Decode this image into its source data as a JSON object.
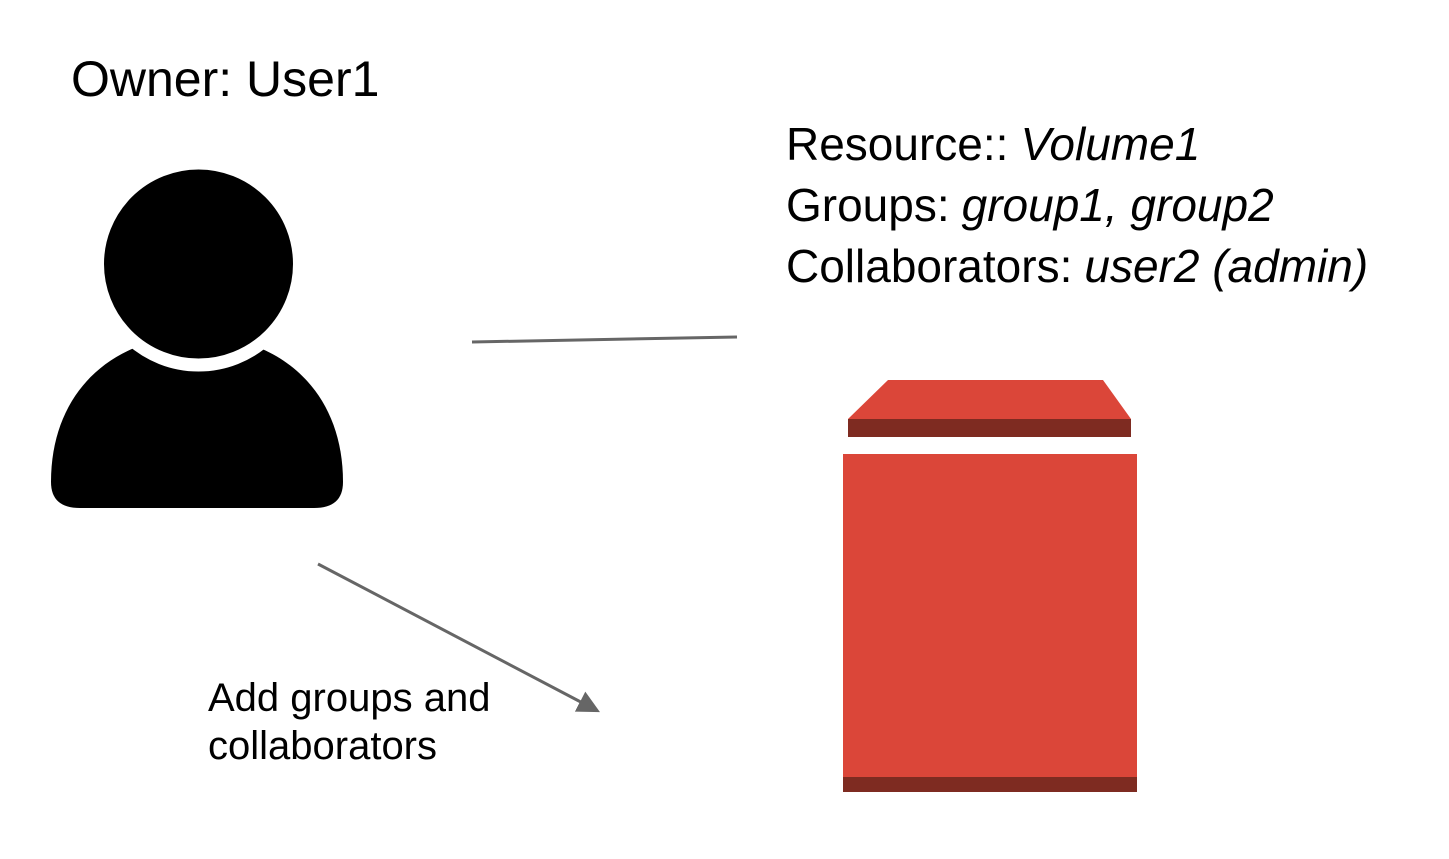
{
  "canvas": {
    "background": "#ffffff"
  },
  "owner": {
    "label": "Owner: User1"
  },
  "resource_info": {
    "resource_label": "Resource::",
    "resource_value": "Volume1",
    "groups_label": "Groups:",
    "groups_value": "group1, group2",
    "collaborators_label": "Collaborators:",
    "collaborators_value": "user2 (admin)"
  },
  "annotation": {
    "line1": "Add groups and",
    "line2": "collaborators"
  },
  "icons": {
    "user": "person-silhouette-icon",
    "volume": "storage-volume-icon"
  },
  "colors": {
    "volume_red": "#DB4639",
    "volume_dark_red": "#7E2B21",
    "connector_gray": "#666666",
    "icon_black": "#000000",
    "text": "#000000"
  }
}
